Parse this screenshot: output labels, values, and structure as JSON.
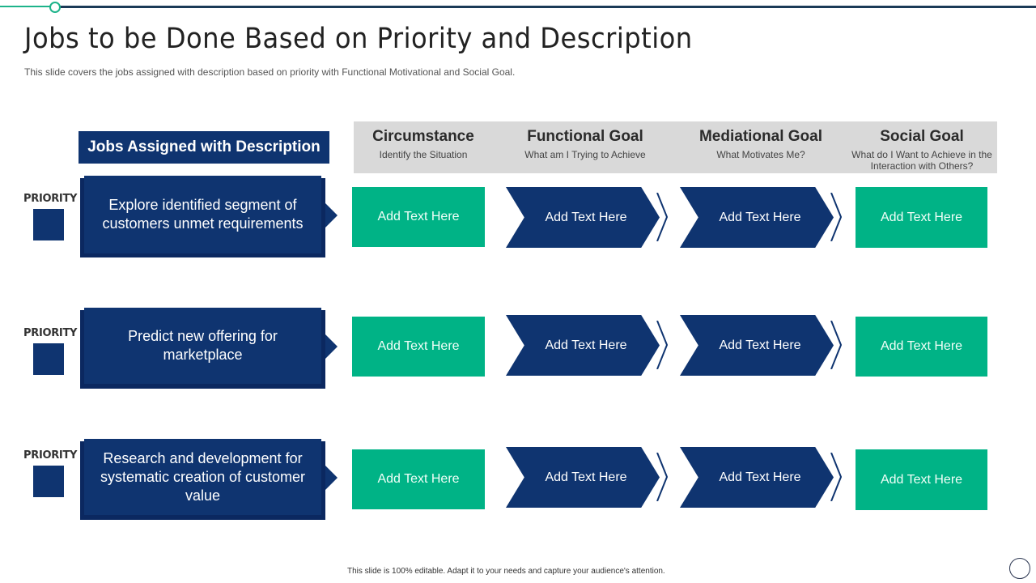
{
  "slide": {
    "title": "Jobs to be Done Based on Priority and Description",
    "subtitle": "This slide covers the jobs assigned with description based on priority with Functional Motivational and Social Goal.",
    "footer": "This slide is 100% editable.  Adapt it to your needs and capture your audience's attention."
  },
  "colors": {
    "navy": "#0f3470",
    "green": "#00b386",
    "header_gray": "#d9d9d9",
    "accent_line_green": "#1db38a",
    "accent_line_navy": "#1b3a57"
  },
  "jobs_header": "Jobs Assigned with Description",
  "goal_headers": [
    {
      "title": "Circumstance",
      "subtitle": "Identify the Situation"
    },
    {
      "title": "Functional Goal",
      "subtitle": "What am I Trying to Achieve"
    },
    {
      "title": "Mediational Goal",
      "subtitle": "What Motivates Me?"
    },
    {
      "title": "Social Goal",
      "subtitle": "What do I Want to Achieve in the Interaction with Others?"
    }
  ],
  "rows": [
    {
      "priority_label": "PRIORITY",
      "job": "Explore identified segment of customers unmet requirements",
      "circumstance": "Add Text Here",
      "functional": "Add Text Here",
      "mediational": "Add Text Here",
      "social": "Add Text Here"
    },
    {
      "priority_label": "PRIORITY",
      "job": "Predict new offering for marketplace",
      "circumstance": "Add Text Here",
      "functional": "Add Text Here",
      "mediational": "Add Text Here",
      "social": "Add Text Here"
    },
    {
      "priority_label": "PRIORITY",
      "job": "Research and development for systematic creation of customer value",
      "circumstance": "Add Text Here",
      "functional": "Add Text Here",
      "mediational": "Add Text Here",
      "social": "Add Text Here"
    }
  ]
}
